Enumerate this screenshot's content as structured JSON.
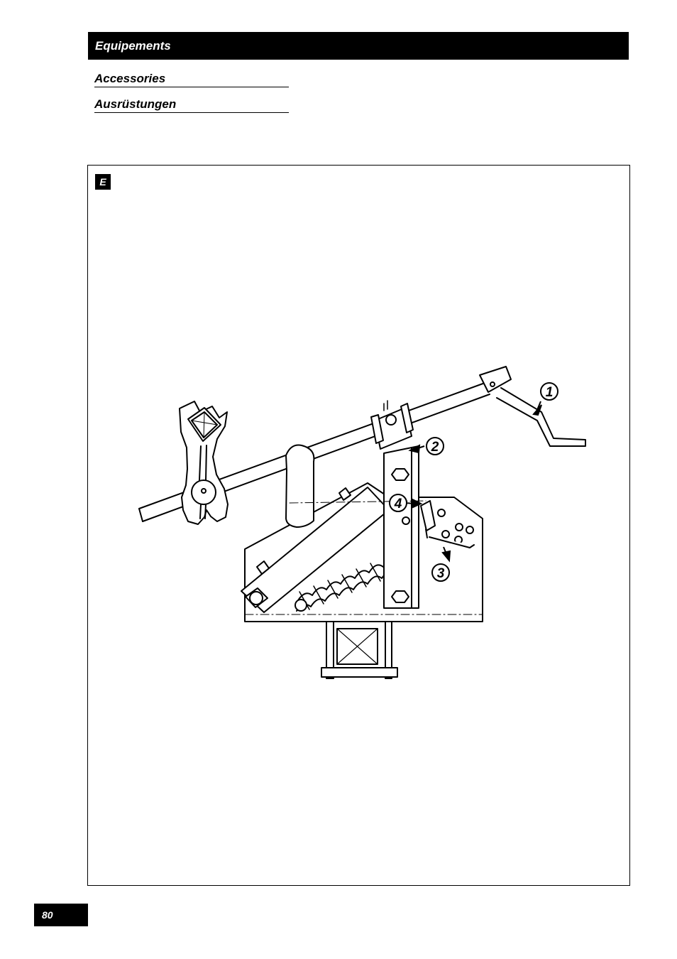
{
  "header": {
    "title": "Equipements"
  },
  "subheadings": [
    "Accessories",
    "Ausrüstungen"
  ],
  "figure": {
    "language_badge": "E",
    "callouts": [
      "1",
      "2",
      "3",
      "4"
    ]
  },
  "footer": {
    "page_number": "80"
  }
}
